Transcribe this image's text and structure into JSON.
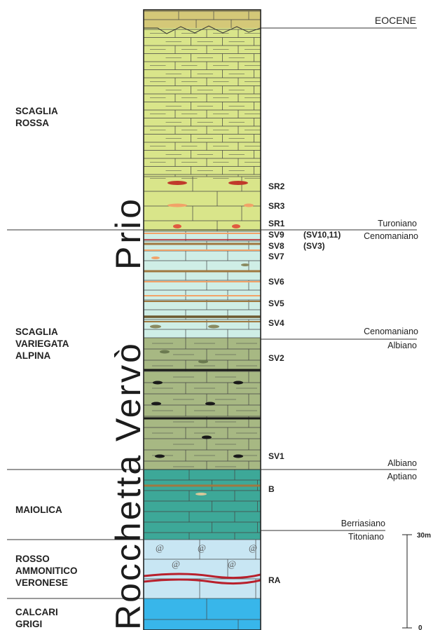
{
  "formations": [
    {
      "id": "scaglia-rossa",
      "lines": [
        "SCAGLIA",
        "ROSSA"
      ]
    },
    {
      "id": "scaglia-variegata-alpina",
      "lines": [
        "SCAGLIA",
        "VARIEGATA",
        "ALPINA"
      ]
    },
    {
      "id": "maiolica",
      "lines": [
        "MAIOLICA"
      ]
    },
    {
      "id": "rosso-ammonitico-veronese",
      "lines": [
        "ROSSO",
        "AMMONITICO",
        "VERONESE"
      ]
    },
    {
      "id": "calcari-grigi",
      "lines": [
        "CALCARI",
        "GRIGI"
      ]
    }
  ],
  "samples": [
    {
      "id": "sr2",
      "label": "SR2"
    },
    {
      "id": "sr3",
      "label": "SR3"
    },
    {
      "id": "sr1",
      "label": "SR1"
    },
    {
      "id": "sv9",
      "label": "SV9"
    },
    {
      "id": "sv10-11",
      "label": "(SV10,11)"
    },
    {
      "id": "sv8",
      "label": "SV8"
    },
    {
      "id": "sv3",
      "label": "(SV3)"
    },
    {
      "id": "sv7",
      "label": "SV7"
    },
    {
      "id": "sv6",
      "label": "SV6"
    },
    {
      "id": "sv5",
      "label": "SV5"
    },
    {
      "id": "sv4",
      "label": "SV4"
    },
    {
      "id": "sv2",
      "label": "SV2"
    },
    {
      "id": "sv1",
      "label": "SV1"
    },
    {
      "id": "b",
      "label": "B"
    },
    {
      "id": "ra",
      "label": "RA"
    }
  ],
  "ages": [
    {
      "id": "eocene",
      "label": "EOCENE"
    },
    {
      "id": "turoniano",
      "label": "Turoniano"
    },
    {
      "id": "cenomaniano-top",
      "label": "Cenomaniano"
    },
    {
      "id": "cenomaniano-base",
      "label": "Cenomaniano"
    },
    {
      "id": "albiano-top",
      "label": "Albiano"
    },
    {
      "id": "albiano-base",
      "label": "Albiano"
    },
    {
      "id": "aptiano",
      "label": "Aptiano"
    },
    {
      "id": "berriasiano",
      "label": "Berriasiano"
    },
    {
      "id": "titoniano",
      "label": "Titoniano"
    }
  ],
  "localities": [
    {
      "id": "prio",
      "label": "Prio"
    },
    {
      "id": "rocchetta-vervo",
      "label": "Rocchetta Vervò"
    }
  ],
  "scale": {
    "top_label": "30m",
    "bottom_label": "0",
    "top_value_m": 30,
    "bottom_value_m": 0
  },
  "colors": {
    "eocene": "#d4c878",
    "scaglia_rossa": "#d9e58a",
    "scaglia_variegata_upper": "#cfeee6",
    "scaglia_variegata_lower": "#a7b883",
    "maiolica": "#3da898",
    "rosso_ammonitico": "#c8e6f3",
    "calcari_grigi": "#38b6ea",
    "red_layer": "#b8202c",
    "nodule_red": "#c0392b",
    "nodule_orange": "#f2a268",
    "chert_black": "#1a1a1a"
  }
}
